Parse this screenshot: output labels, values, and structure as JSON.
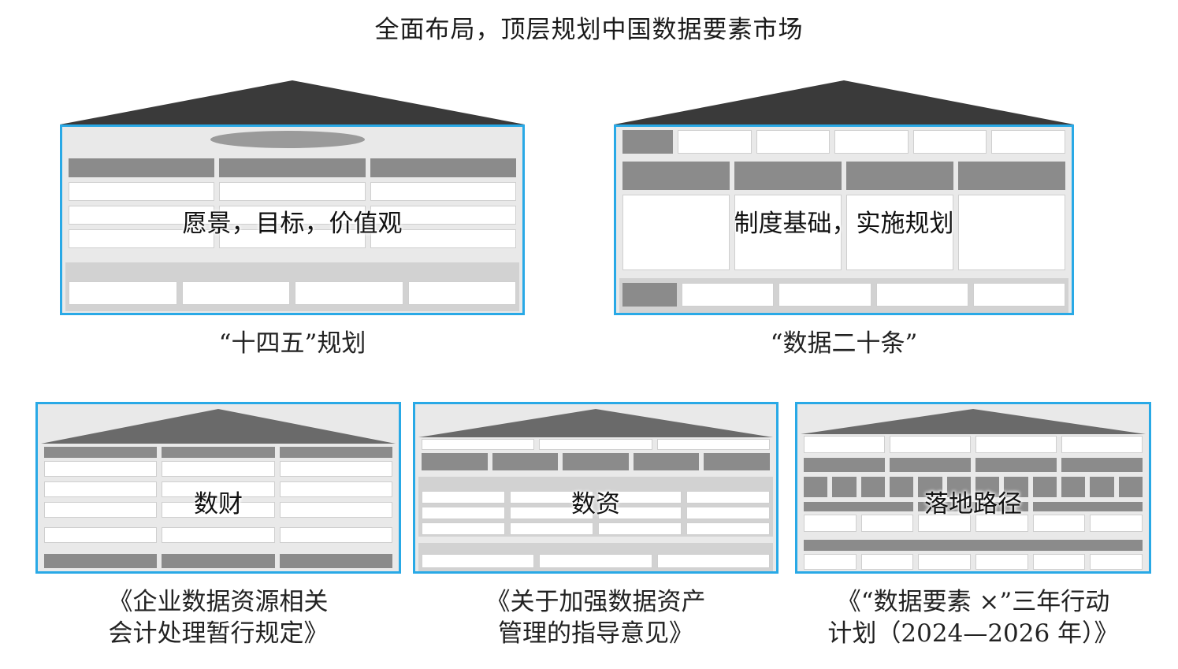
{
  "title": "全面布局，顶层规划中国数据要素市场",
  "colors": {
    "frame_border": "#29a9e6",
    "roof": "#3a3a3a",
    "body_fill": "#e9e9e9"
  },
  "figures": [
    {
      "overlay_label": "愿景，目标，价值观",
      "caption_lines": [
        "“十四五”规划"
      ]
    },
    {
      "overlay_label": "制度基础，实施规划",
      "caption_lines": [
        "“数据二十条”"
      ]
    },
    {
      "overlay_label": "数财",
      "caption_lines": [
        "《企业数据资源相关",
        "会计处理暂行规定》"
      ]
    },
    {
      "overlay_label": "数资",
      "caption_lines": [
        "《关于加强数据资产",
        "管理的指导意见》"
      ]
    },
    {
      "overlay_label": "落地路径",
      "caption_lines": [
        "《“数据要素 ×”三年行动",
        "计划（2024—2026 年）》"
      ]
    }
  ]
}
